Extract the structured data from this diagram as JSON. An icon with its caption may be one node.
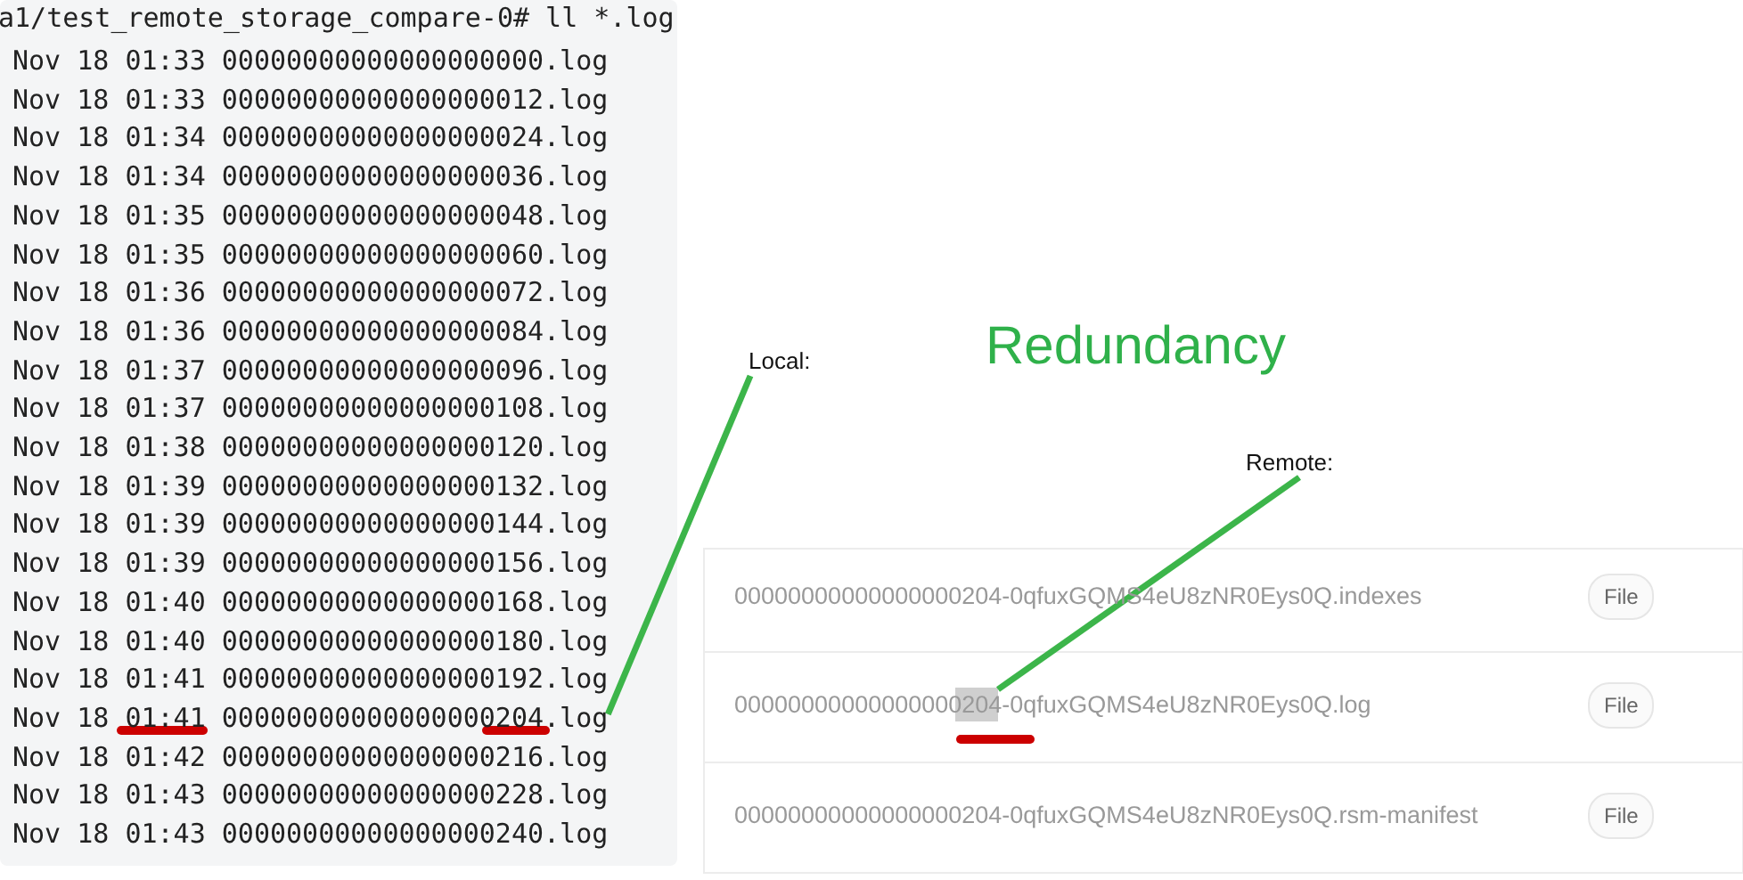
{
  "diagram": {
    "title": "Redundancy",
    "nodes": [
      {
        "text": [
          "Local:"
        ]
      },
      {
        "text": [
          "Nov 18 01:41 00000000000000000204.log"
        ]
      },
      {
        "text": [
          "Remote:"
        ]
      },
      {
        "text": [
          "00000000000000000204-0qfuxGQMS4eU8zNR0Eys0Q.log"
        ]
      }
    ],
    "edges": [
      {
        "from": 0,
        "to": 1,
        "arrow": "none"
      },
      {
        "from": 2,
        "to": 3,
        "arrow": "none"
      }
    ],
    "labels": [
      "a1/test_remote_storage_compare-0# ll *.log",
      "Nov 18 01:33 00000000000000000000.log",
      "Nov 18 01:33 00000000000000000012.log",
      "Nov 18 01:34 00000000000000000024.log",
      "Nov 18 01:34 00000000000000000036.log",
      "Nov 18 01:35 00000000000000000048.log",
      "Nov 18 01:35 00000000000000000060.log",
      "Nov 18 01:36 00000000000000000072.log",
      "Nov 18 01:36 00000000000000000084.log",
      "Nov 18 01:37 00000000000000000096.log",
      "Nov 18 01:37 00000000000000000108.log",
      "Nov 18 01:38 00000000000000000120.log",
      "Nov 18 01:39 00000000000000000132.log",
      "Nov 18 01:39 00000000000000000144.log",
      "Nov 18 01:39 00000000000000000156.log",
      "Nov 18 01:40 00000000000000000168.log",
      "Nov 18 01:40 00000000000000000180.log",
      "Nov 18 01:41 00000000000000000192.log",
      "Nov 18 01:42 00000000000000000216.log",
      "Nov 18 01:43 00000000000000000228.log",
      "Nov 18 01:43 00000000000000000240.log",
      "00000000000000000204-0qfuxGQMS4eU8zNR0Eys0Q.indexes",
      "File",
      "File",
      "00000000000000000204-0qfuxGQMS4eU8zNR0Eys0Q.rsm-manifest",
      "File"
    ]
  }
}
